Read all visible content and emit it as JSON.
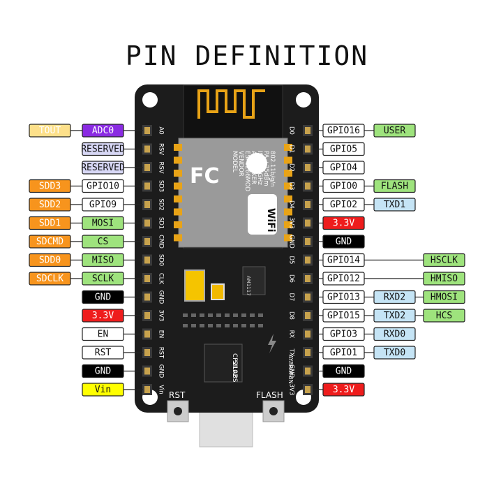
{
  "title": "PIN DEFINITION",
  "colors": {
    "board": "#1c1c1c",
    "white": "#ffffff",
    "black": "#000000",
    "red": "#ee1c1c",
    "orange": "#f7941d",
    "green": "#8dc63f",
    "light_green": "#9ee37d",
    "light_blue": "#c5e4f5",
    "purple": "#8a2be2",
    "yellow_light": "#fde08a",
    "yellow": "#ffff00",
    "lavender": "#d7d7f5",
    "gold": "#e8a317"
  },
  "board": {
    "left_silk": [
      "A0",
      "RSV",
      "RSV",
      "SD3",
      "SD2",
      "SD1",
      "CMD",
      "SD0",
      "CLK",
      "GND",
      "3V3",
      "EN",
      "RST",
      "GND",
      "Vin"
    ],
    "right_silk": [
      "D0",
      "D1",
      "D2",
      "D3",
      "D4",
      "3V3",
      "GND",
      "D5",
      "D6",
      "D7",
      "D8",
      "RX",
      "TX",
      "GND",
      "3V3"
    ],
    "module_lines": [
      "MODEL",
      "VENDOR",
      "ESP8266MOD",
      "AI-THINKER",
      "ISM 2.4GHz",
      "PA +25dBm",
      "802.11b/g/n"
    ],
    "fc_mark": "FC",
    "wifi_mark": "WiFi",
    "regulator": "AM1117",
    "usb_chip": [
      "SILABS",
      "CP2102"
    ],
    "maker": "AYARAFUN",
    "rst_label": "RST",
    "flash_label": "FLASH"
  },
  "left_pins": [
    {
      "labels": [
        {
          "text": "TOUT",
          "color": "yellow_light"
        },
        {
          "text": "ADC0",
          "color": "purple"
        }
      ]
    },
    {
      "labels": [
        {
          "text": "RESERVED",
          "color": "lavender"
        }
      ]
    },
    {
      "labels": [
        {
          "text": "RESERVED",
          "color": "lavender"
        }
      ]
    },
    {
      "labels": [
        {
          "text": "SDD3",
          "color": "orange"
        },
        {
          "text": "GPIO10",
          "color": "white"
        }
      ]
    },
    {
      "labels": [
        {
          "text": "SDD2",
          "color": "orange"
        },
        {
          "text": "GPIO9",
          "color": "white"
        }
      ]
    },
    {
      "labels": [
        {
          "text": "SDD1",
          "color": "orange"
        },
        {
          "text": "MOSI",
          "color": "light_green"
        }
      ]
    },
    {
      "labels": [
        {
          "text": "SDCMD",
          "color": "orange"
        },
        {
          "text": "CS",
          "color": "light_green"
        }
      ]
    },
    {
      "labels": [
        {
          "text": "SDD0",
          "color": "orange"
        },
        {
          "text": "MISO",
          "color": "light_green"
        }
      ]
    },
    {
      "labels": [
        {
          "text": "SDCLK",
          "color": "orange"
        },
        {
          "text": "SCLK",
          "color": "light_green"
        }
      ]
    },
    {
      "labels": [
        {
          "text": "GND",
          "color": "black"
        }
      ]
    },
    {
      "labels": [
        {
          "text": "3.3V",
          "color": "red"
        }
      ]
    },
    {
      "labels": [
        {
          "text": "EN",
          "color": "white"
        }
      ]
    },
    {
      "labels": [
        {
          "text": "RST",
          "color": "white"
        }
      ]
    },
    {
      "labels": [
        {
          "text": "GND",
          "color": "black"
        }
      ]
    },
    {
      "labels": [
        {
          "text": "Vin",
          "color": "yellow"
        }
      ]
    }
  ],
  "right_pins": [
    {
      "labels": [
        {
          "text": "GPIO16",
          "color": "white"
        },
        {
          "text": "USER",
          "color": "light_green"
        }
      ]
    },
    {
      "labels": [
        {
          "text": "GPIO5",
          "color": "white"
        }
      ]
    },
    {
      "labels": [
        {
          "text": "GPIO4",
          "color": "white"
        }
      ]
    },
    {
      "labels": [
        {
          "text": "GPIO0",
          "color": "white"
        },
        {
          "text": "FLASH",
          "color": "light_green"
        }
      ]
    },
    {
      "labels": [
        {
          "text": "GPIO2",
          "color": "white"
        },
        {
          "text": "TXD1",
          "color": "light_blue"
        }
      ]
    },
    {
      "labels": [
        {
          "text": "3.3V",
          "color": "red"
        }
      ]
    },
    {
      "labels": [
        {
          "text": "GND",
          "color": "black"
        }
      ]
    },
    {
      "labels": [
        {
          "text": "GPIO14",
          "color": "white"
        },
        {
          "text": "HSCLK",
          "color": "light_green",
          "far": true
        }
      ]
    },
    {
      "labels": [
        {
          "text": "GPIO12",
          "color": "white"
        },
        {
          "text": "HMISO",
          "color": "light_green",
          "far": true
        }
      ]
    },
    {
      "labels": [
        {
          "text": "GPIO13",
          "color": "white"
        },
        {
          "text": "RXD2",
          "color": "light_blue"
        },
        {
          "text": "HMOSI",
          "color": "light_green"
        }
      ]
    },
    {
      "labels": [
        {
          "text": "GPIO15",
          "color": "white"
        },
        {
          "text": "TXD2",
          "color": "light_blue"
        },
        {
          "text": "HCS",
          "color": "light_green"
        }
      ]
    },
    {
      "labels": [
        {
          "text": "GPIO3",
          "color": "white"
        },
        {
          "text": "RXD0",
          "color": "light_blue"
        }
      ]
    },
    {
      "labels": [
        {
          "text": "GPIO1",
          "color": "white"
        },
        {
          "text": "TXD0",
          "color": "light_blue"
        }
      ]
    },
    {
      "labels": [
        {
          "text": "GND",
          "color": "black"
        }
      ]
    },
    {
      "labels": [
        {
          "text": "3.3V",
          "color": "red"
        }
      ]
    }
  ]
}
